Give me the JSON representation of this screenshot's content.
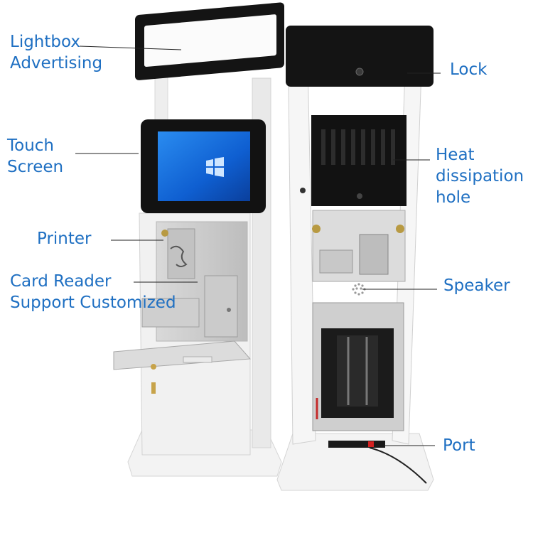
{
  "callouts": {
    "lightbox": "Lightbox\nAdvertising",
    "touch_screen": "Touch\nScreen",
    "printer": "Printer",
    "card_reader": "Card Reader\nSupport Customized",
    "lock": "Lock",
    "heat": "Heat\ndissipation\nhole",
    "speaker": "Speaker",
    "port": "Port"
  },
  "colors": {
    "label": "#1e6fc2",
    "cabinet": "#f2f2f2",
    "bezel": "#111111",
    "screen": "#1565d8"
  },
  "icons": {
    "os_logo": "windows-logo-icon"
  }
}
